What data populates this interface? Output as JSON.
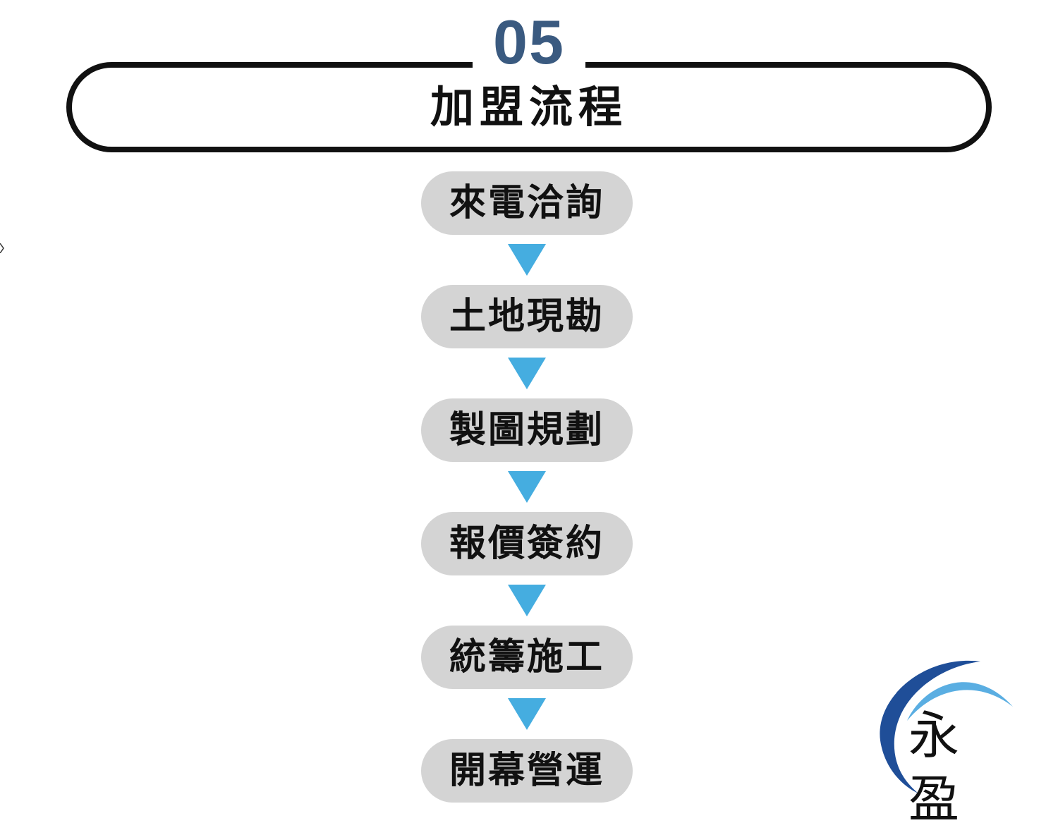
{
  "header": {
    "number": "05",
    "title": "加盟流程"
  },
  "flow": {
    "steps": [
      {
        "label": "來電洽詢"
      },
      {
        "label": "土地現勘"
      },
      {
        "label": "製圖規劃"
      },
      {
        "label": "報價簽約"
      },
      {
        "label": "統籌施工"
      },
      {
        "label": "開幕營運"
      }
    ]
  },
  "logo": {
    "text": "永盈"
  },
  "colors": {
    "number": "#3a5a80",
    "frame": "#111111",
    "step_fill": "#d4d4d4",
    "arrow": "#45ade0",
    "logo_arc_dark": "#1f4e98",
    "logo_arc_light": "#5aaee2"
  }
}
